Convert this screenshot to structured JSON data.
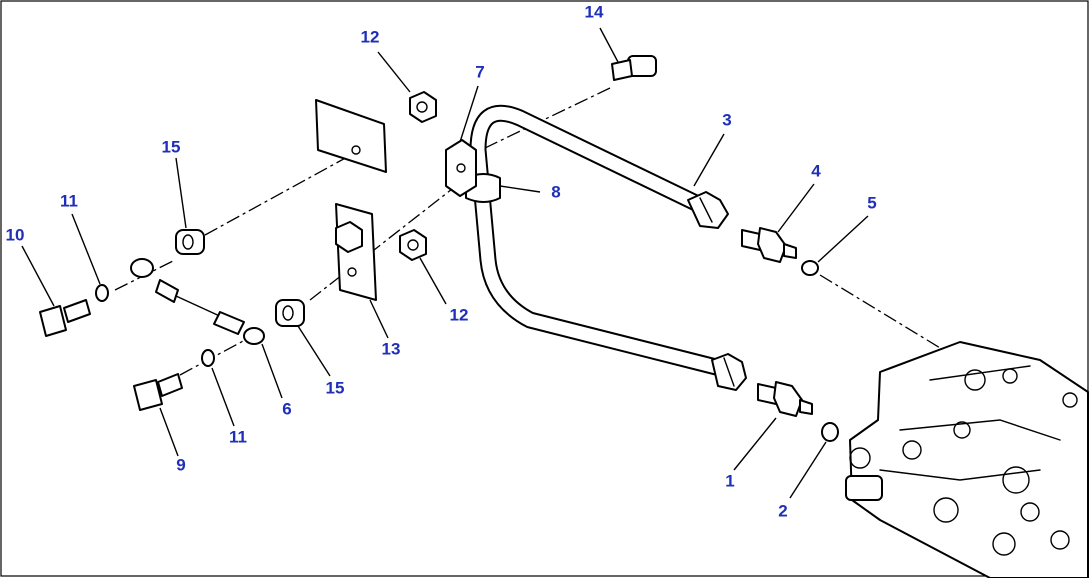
{
  "diagram": {
    "callouts": [
      {
        "id": "c1",
        "label": "1"
      },
      {
        "id": "c2",
        "label": "2"
      },
      {
        "id": "c3",
        "label": "3"
      },
      {
        "id": "c4",
        "label": "4"
      },
      {
        "id": "c5",
        "label": "5"
      },
      {
        "id": "c6",
        "label": "6"
      },
      {
        "id": "c7",
        "label": "7"
      },
      {
        "id": "c8",
        "label": "8"
      },
      {
        "id": "c9",
        "label": "9"
      },
      {
        "id": "c10",
        "label": "10"
      },
      {
        "id": "c11a",
        "label": "11"
      },
      {
        "id": "c11b",
        "label": "11"
      },
      {
        "id": "c12a",
        "label": "12"
      },
      {
        "id": "c12b",
        "label": "12"
      },
      {
        "id": "c13",
        "label": "13"
      },
      {
        "id": "c14",
        "label": "14"
      },
      {
        "id": "c15a",
        "label": "15"
      },
      {
        "id": "c15b",
        "label": "15"
      }
    ],
    "colors": {
      "callout": "#1f2fb8",
      "line": "#000000",
      "background": "#ffffff"
    }
  }
}
